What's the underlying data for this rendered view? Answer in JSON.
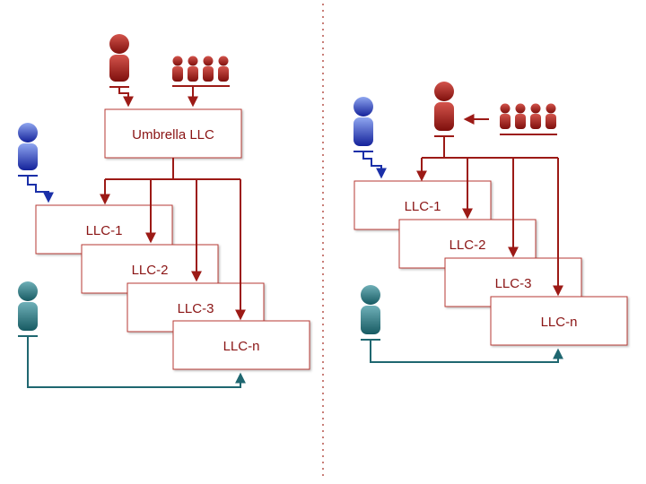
{
  "colors": {
    "red": "#9c1a16",
    "blue": "#1a2fa8",
    "teal": "#1f6770",
    "box_border": "#b83a34",
    "divider": "#b5524a"
  },
  "left": {
    "umbrella_label": "Umbrella LLC",
    "llc_labels": [
      "LLC-1",
      "LLC-2",
      "LLC-3",
      "LLC-n"
    ]
  },
  "right": {
    "llc_labels": [
      "LLC-1",
      "LLC-2",
      "LLC-3",
      "LLC-n"
    ]
  },
  "icons": {
    "single_person": "person-icon",
    "group": "group-of-people-icon"
  }
}
